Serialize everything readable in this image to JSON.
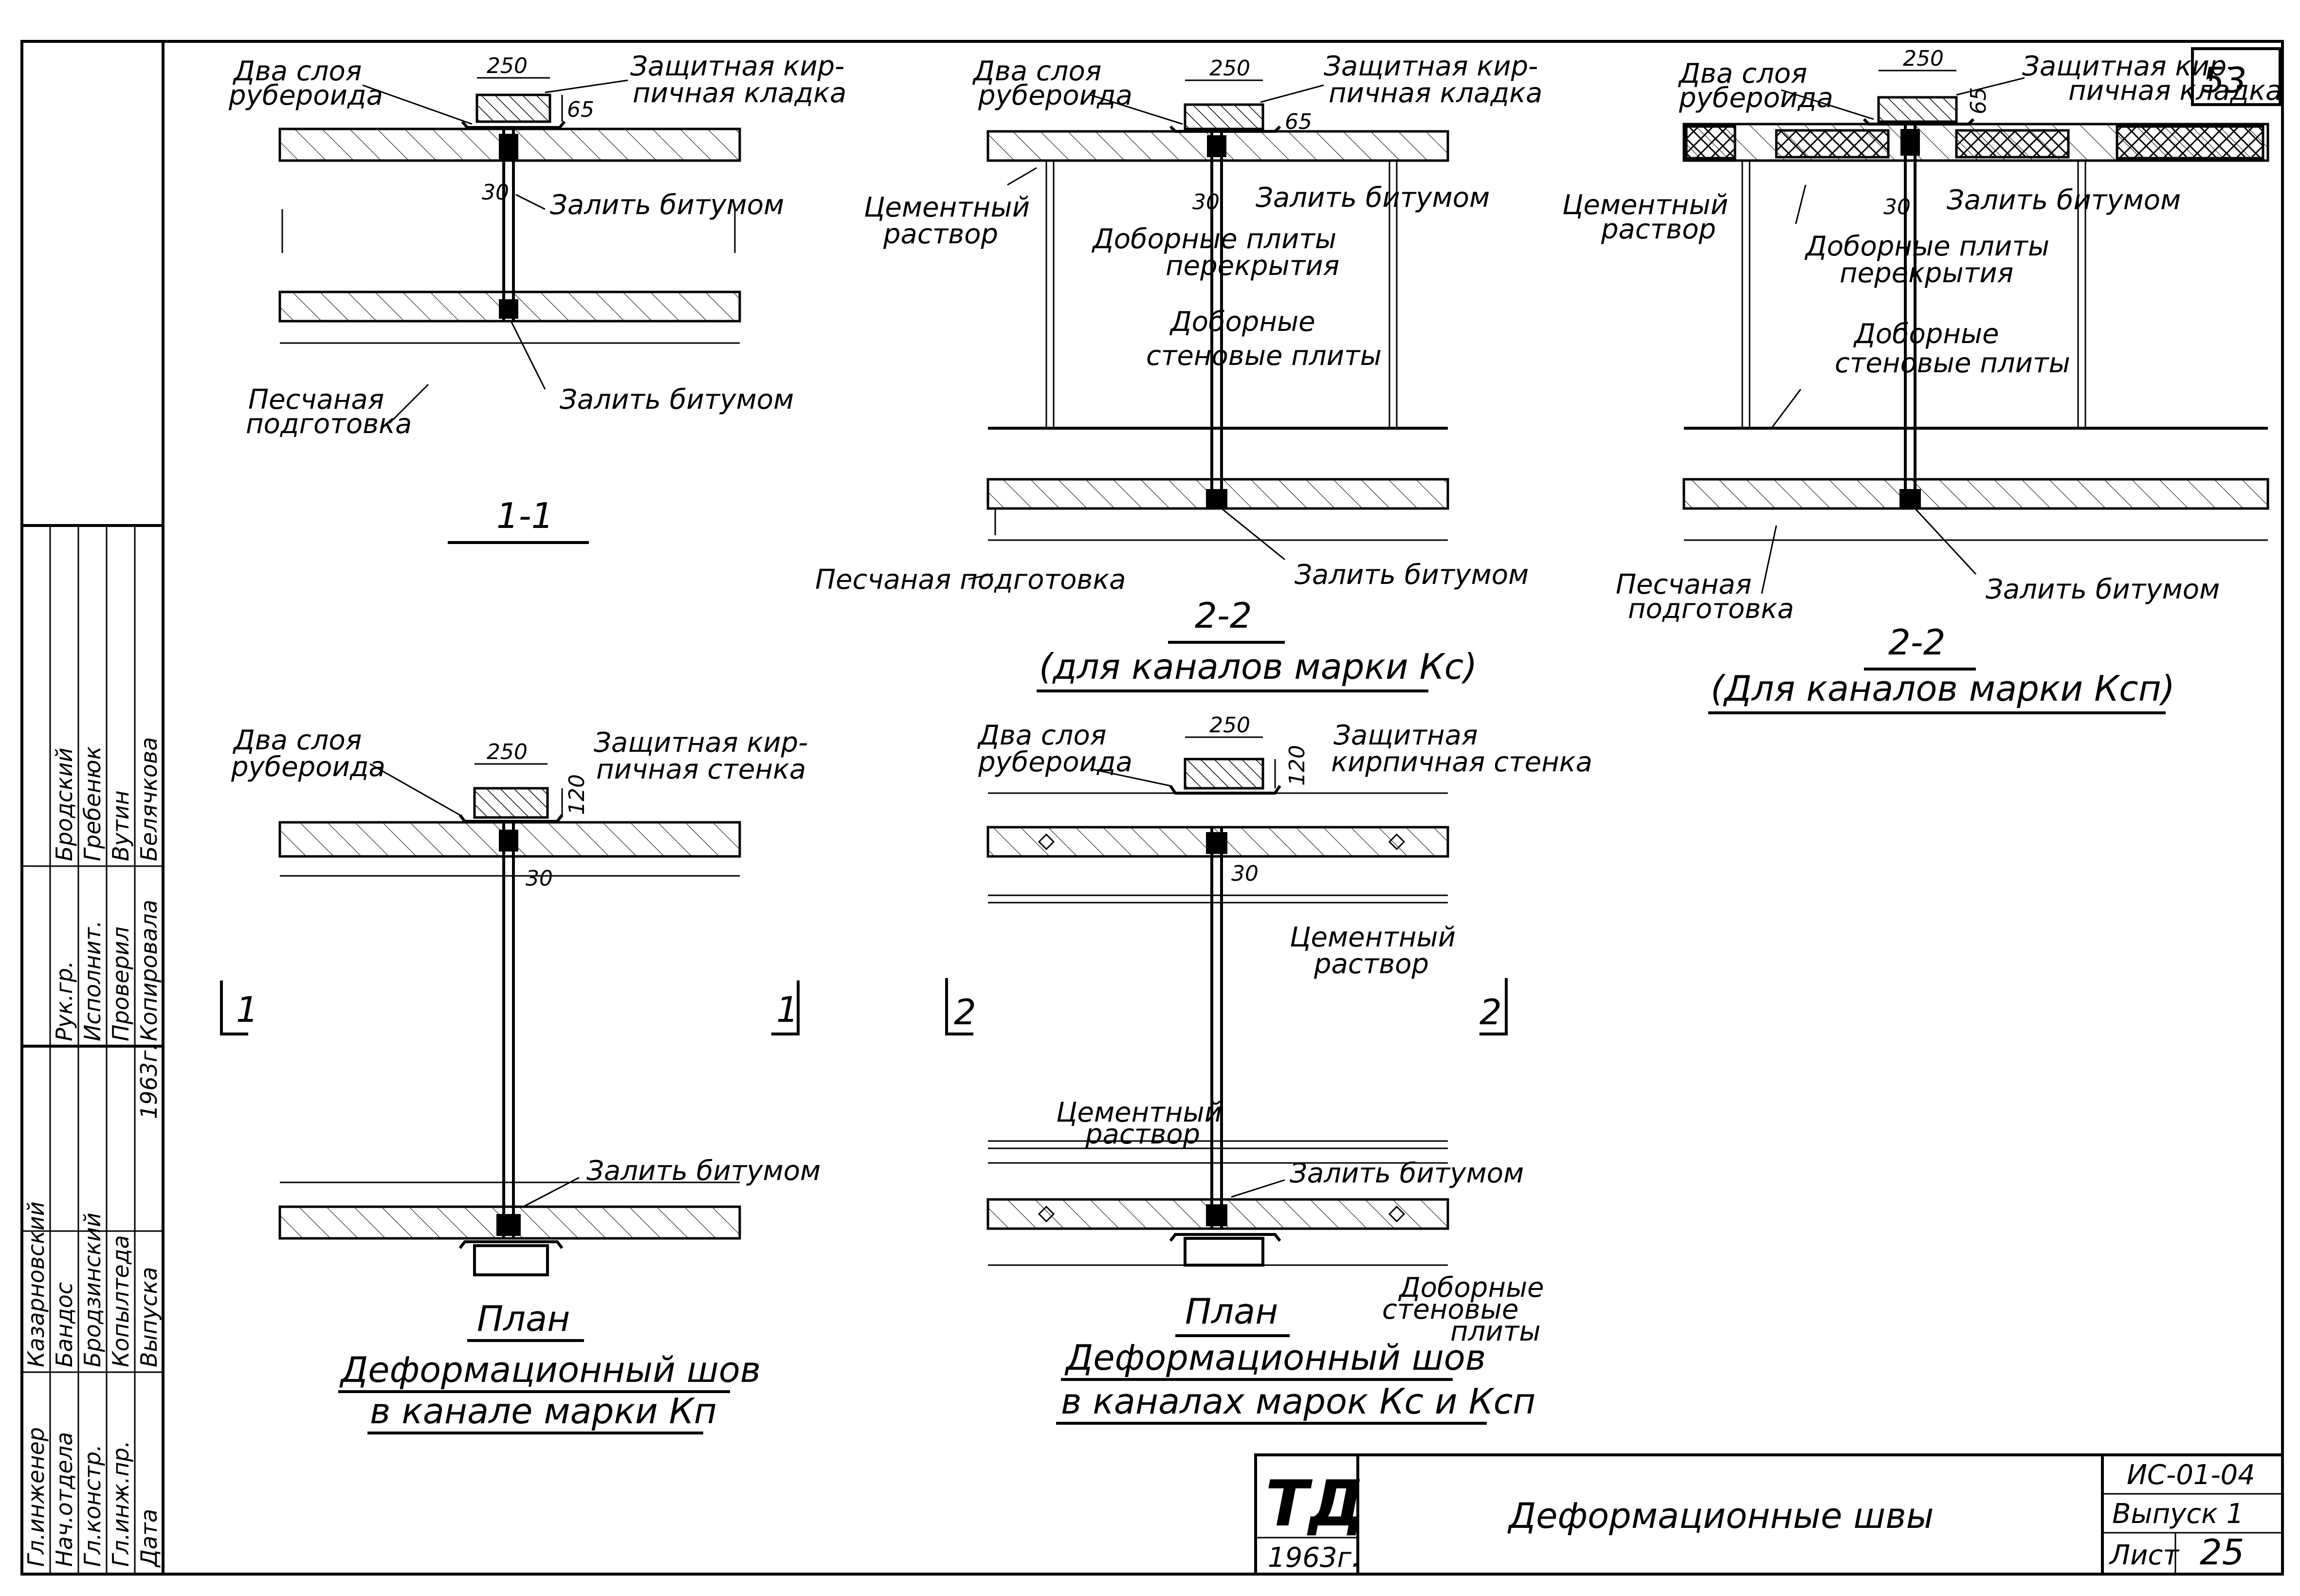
{
  "sheet_number": "53",
  "stamp": {
    "logo": "ТД",
    "logo_year": "1963г.",
    "title": "Деформационные швы",
    "code": "ИС-01-04",
    "issue": "Выпуск 1",
    "sheet_label": "Лист",
    "sheet_value": "25"
  },
  "side_block": {
    "roles": [
      "Гл.инженер",
      "Нач.отдела",
      "Гл.констр.",
      "Гл.инж.пр.",
      "Дата"
    ],
    "names": [
      "Казарновский",
      "Бандос",
      "Бродзинский",
      "Копылтеда",
      "Выпуска"
    ],
    "year": "1963г.",
    "roles2": [
      "Рук.гр.",
      "Исполнит.",
      "Проверил",
      "Копировала"
    ],
    "names2": [
      "Бродский",
      "Гребенюк",
      "Вутин",
      "Белячкова"
    ]
  },
  "labels": {
    "two_layers": "Два слоя рубероида",
    "two_layers_l1": "Два слоя",
    "two_layers_l2": "рубероида",
    "brick_l1": "Защитная кир-",
    "brick_l2": "пичная кладка",
    "brick_wall_l2": "пичная стенка",
    "brick_wall2_l1": "Защитная",
    "brick_wall2_l2": "кирпичная стенка",
    "fill_bitumen": "Залить битумом",
    "sand_l1": "Песчаная",
    "sand_l2": "подготовка",
    "sand_one": "Песчаная подготовка",
    "cement_l1": "Цементный",
    "cement_l2": "раствор",
    "floor_plates_l1": "Доборные плиты",
    "floor_plates_l2": "перекрытия",
    "wall_plates_l1": "Доборные",
    "wall_plates_l2": "стеновые плиты",
    "wall_plates_l3": "плиты",
    "wall_plates_l2b": "стеновые"
  },
  "dims": {
    "d250": "250",
    "d65": "65",
    "d30": "30",
    "d120": "120"
  },
  "titles": {
    "section_11": "1-1",
    "section_22": "2-2",
    "section_22_ks": "(для каналов марки Кс)",
    "section_22_ksp": "(Для каналов марки Ксп)",
    "plan": "План",
    "joint_kp_l1": "Деформационный шов",
    "joint_kp_l2": "в канале марки Кп",
    "joint_ks_l1": "Деформационный шов",
    "joint_ks_l2": "в каналах марок Кс и Ксп"
  },
  "marks": {
    "m1": "1",
    "m2": "2"
  }
}
